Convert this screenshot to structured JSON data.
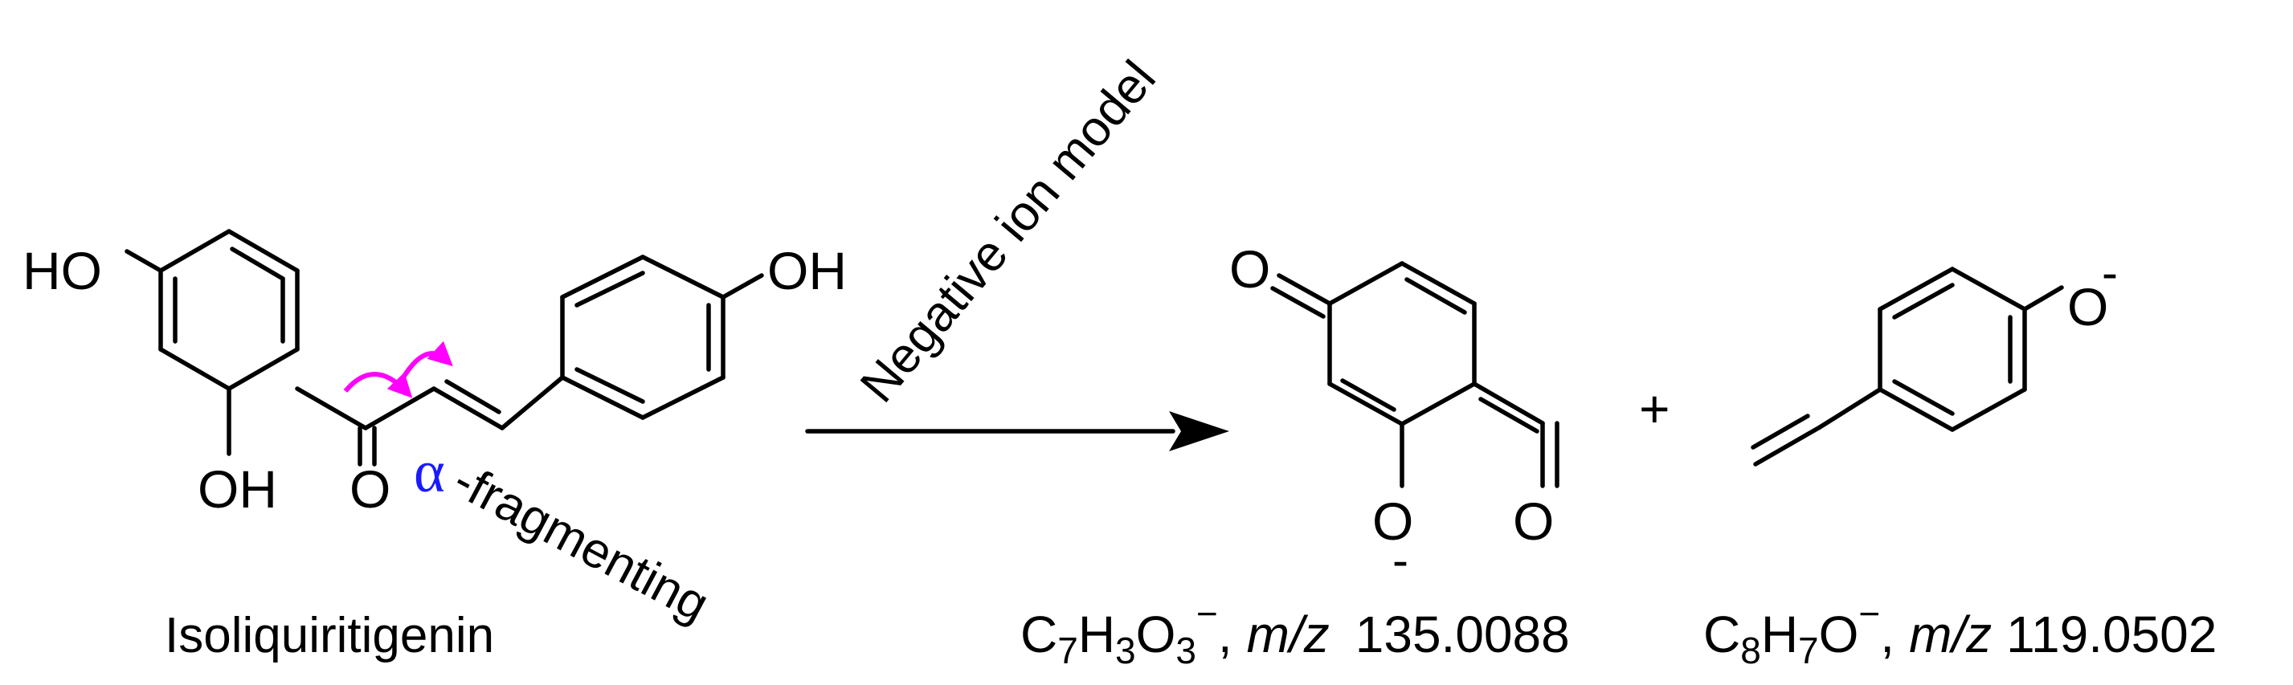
{
  "reactant": {
    "name": "Isoliquiritigenin",
    "ho_left": "HO",
    "oh_right": "OH",
    "oh_bottom": "OH",
    "ketone_o": "O",
    "cleavage_label": "-fragmenting",
    "alpha_symbol": "α"
  },
  "arrow": {
    "label": "Negative ion model"
  },
  "product1": {
    "o_top": "O",
    "o_bottom": "O",
    "o_anion": "O",
    "charge": "-",
    "formula": {
      "c": "C",
      "c_n": "7",
      "h": "H",
      "h_n": "3",
      "o": "O",
      "o_n": "3",
      "charge": "−",
      "sep": ",",
      "mz_label": "m/z",
      "mz_value": "135.0088"
    }
  },
  "plus": "+",
  "product2": {
    "o_anion": "O",
    "charge": "-",
    "formula": {
      "c": "C",
      "c_n": "8",
      "h": "H",
      "h_n": "7",
      "o": "O",
      "charge": "−",
      "sep": ",",
      "mz_label": "m/z",
      "mz_value": "119.0502"
    }
  },
  "colors": {
    "bonds": "#000000",
    "electron_arrows": "#ff00ff",
    "alpha": "#1a1aff"
  }
}
